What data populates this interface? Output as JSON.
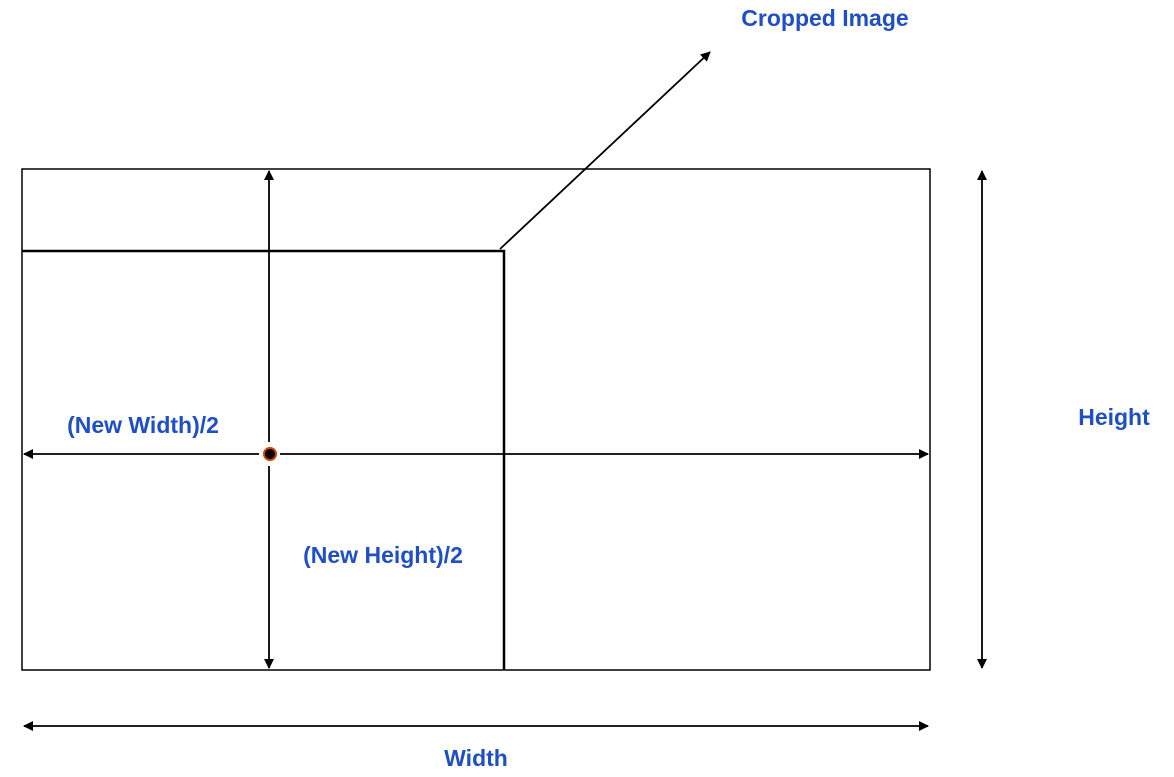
{
  "labels": {
    "cropped_image": "Cropped Image",
    "height": "Height",
    "width": "Width",
    "new_width_half": "(New Width)/2",
    "new_height_half": "(New Height)/2"
  },
  "colors": {
    "label_text": "#1f4fc2",
    "line": "#000000",
    "center_point": "#cc4400"
  }
}
